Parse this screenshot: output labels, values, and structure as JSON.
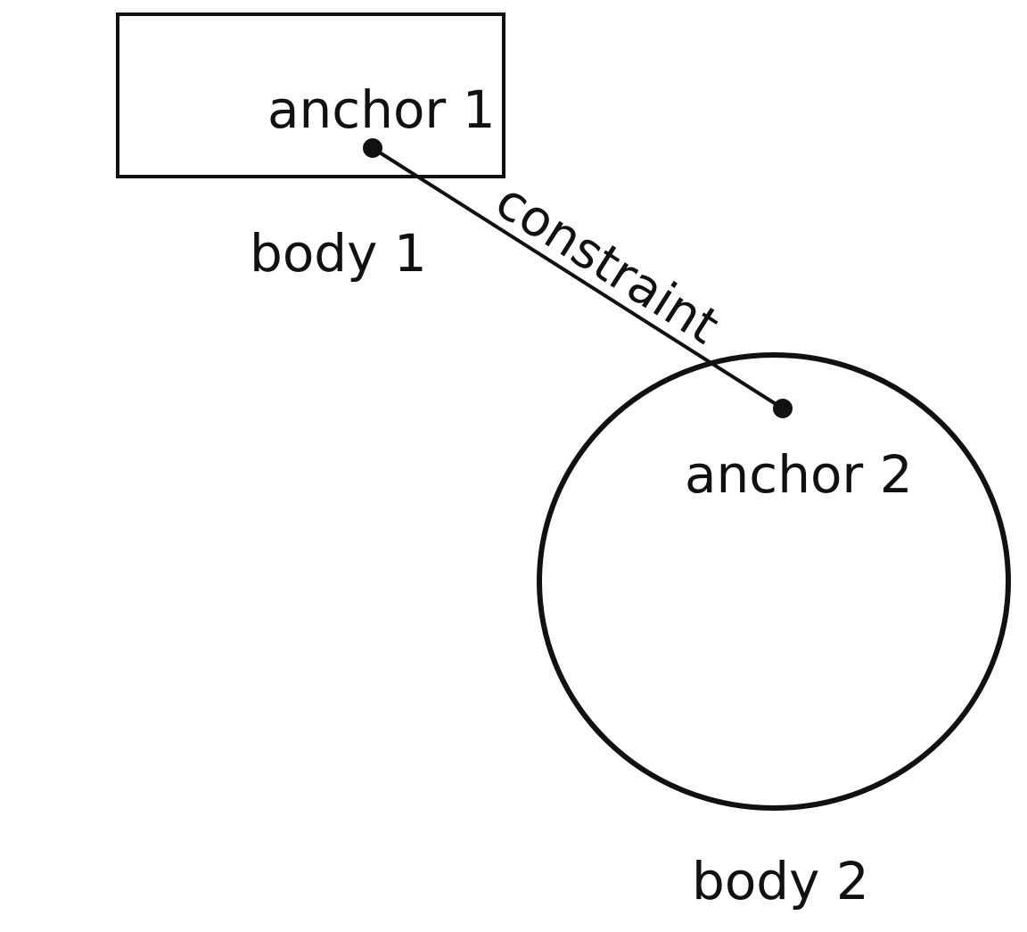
{
  "diagram": {
    "labels": {
      "anchor1": "anchor 1",
      "body1": "body 1",
      "constraint": "constraint",
      "anchor2": "anchor 2",
      "body2": "body 2"
    },
    "colors": {
      "stroke": "#111111",
      "background": "#ffffff"
    }
  }
}
